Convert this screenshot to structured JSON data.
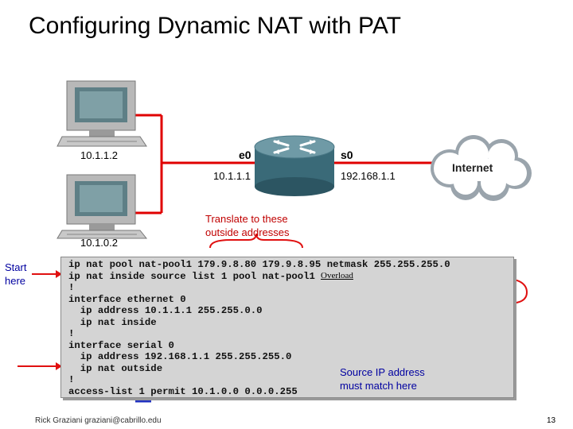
{
  "title": "Configuring Dynamic NAT with PAT",
  "hosts": [
    {
      "ip": "10.1.1.2"
    },
    {
      "ip": "10.1.0.2"
    }
  ],
  "router": {
    "e0_label": "e0",
    "e0_ip": "10.1.1.1",
    "s0_label": "s0",
    "s0_ip": "192.168.1.1"
  },
  "cloud_label": "Internet",
  "callouts": {
    "translate_line1": "Translate to these",
    "translate_line2": "outside addresses",
    "start_line1": "Start",
    "start_line2": "here",
    "source_line1": "Source IP address",
    "source_line2": "must match here"
  },
  "config_lines": [
    "ip nat pool nat-pool1 179.9.8.80 179.9.8.95 netmask 255.255.255.0",
    "ip nat inside source list 1 pool nat-pool1",
    "!",
    "interface ethernet 0",
    "  ip address 10.1.1.1 255.255.0.0",
    "  ip nat inside",
    "!",
    "interface serial 0",
    "  ip address 192.168.1.1 255.255.255.0",
    "  ip nat outside",
    "!",
    "access-list 1 permit 10.1.0.0 0.0.0.255"
  ],
  "overload_label": "Overload",
  "footer": "Rick Graziani  graziani@cabrillo.edu",
  "page_number": "13",
  "colors": {
    "link": "#e00000",
    "annotation_blue": "#2030c0",
    "annotation_red": "#e01010",
    "router": "#3a6a78"
  }
}
